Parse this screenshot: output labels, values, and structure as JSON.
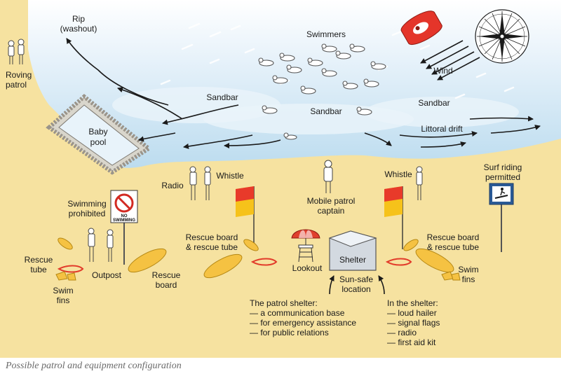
{
  "labels": {
    "rip": [
      "Rip",
      "(washout)"
    ],
    "roving_patrol": [
      "Roving",
      "patrol"
    ],
    "swimmers": "Swimmers",
    "wind": "Wind",
    "sandbar_left": "Sandbar",
    "sandbar_mid": "Sandbar",
    "sandbar_right": "Sandbar",
    "baby_pool": [
      "Baby",
      "pool"
    ],
    "littoral_drift": "Littoral drift",
    "radio": "Radio",
    "whistle_left": "Whistle",
    "whistle_right": "Whistle",
    "surf_riding": [
      "Surf riding",
      "permitted"
    ],
    "swimming_prohibited": [
      "Swimming",
      "prohibited"
    ],
    "mobile_patrol_captain": [
      "Mobile patrol",
      "captain"
    ],
    "rescue_board_tube_left": [
      "Rescue board",
      "& rescue tube"
    ],
    "rescue_board_tube_right": [
      "Rescue board",
      "& rescue tube"
    ],
    "rescue_tube": [
      "Rescue",
      "tube"
    ],
    "outpost": "Outpost",
    "rescue_board": [
      "Rescue",
      "board"
    ],
    "swim_fins_left": [
      "Swim",
      "fins"
    ],
    "swim_fins_right": [
      "Swim",
      "fins"
    ],
    "lookout": "Lookout",
    "shelter": "Shelter",
    "sun_safe": [
      "Sun-safe",
      "location"
    ],
    "patrol_shelter": [
      "The patrol shelter:",
      "— a communication base",
      "— for emergency assistance",
      "— for public relations"
    ],
    "in_shelter": [
      "In the shelter:",
      "— loud hailer",
      "— signal flags",
      "— radio",
      "— first aid kit"
    ],
    "no_swimming_sign": [
      "NO",
      "SWIMMING"
    ]
  },
  "caption": "Possible patrol and equipment configuration",
  "colors": {
    "sand": "#f7e3a0",
    "water": "#c9e3f2",
    "water_light": "#e4f1f9",
    "flag_red": "#e83a2a",
    "flag_yellow": "#f6c21a",
    "board_yellow": "#f5c242",
    "rescue_tube_red": "#e23b2a",
    "sign_blue": "#2a5a96",
    "prohibited_red": "#d22a22",
    "umbrella_red": "#e0402e",
    "shelter_grey": "#c9cfd6"
  },
  "icons": [
    "swimmer-icon",
    "compass-rose-icon",
    "red-rescue-inflatable-icon",
    "person-icon",
    "patrol-flag-icon",
    "rescue-board-icon",
    "rescue-tube-icon",
    "swim-fins-icon",
    "umbrella-icon",
    "lookout-tower-icon",
    "shelter-tent-icon",
    "no-swimming-sign-icon",
    "surf-riding-sign-icon",
    "arrow-icon",
    "rock-wall-icon"
  ]
}
